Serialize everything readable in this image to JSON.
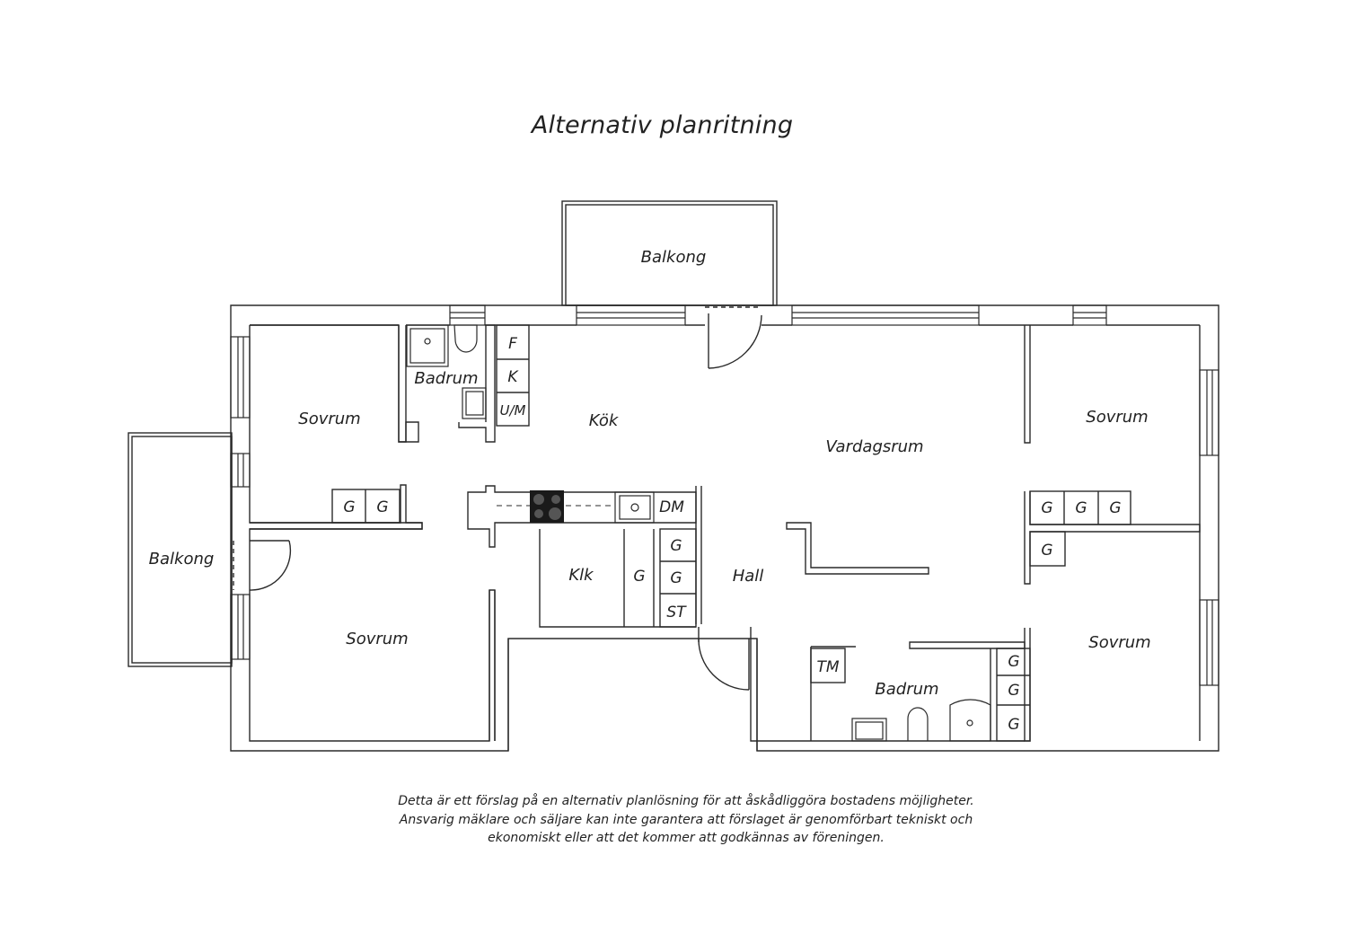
{
  "title": "Alternativ planritning",
  "rooms": {
    "balkong_top": "Balkong",
    "balkong_left": "Balkong",
    "sovrum_nw": "Sovrum",
    "badrum_small": "Badrum",
    "kok": "Kök",
    "vardagsrum": "Vardagsrum",
    "sovrum_ne": "Sovrum",
    "sovrum_sw": "Sovrum",
    "klk": "Klk",
    "hall": "Hall",
    "badrum_large": "Badrum",
    "sovrum_se": "Sovrum"
  },
  "codes": {
    "kitchen_col": [
      "F",
      "K",
      "U/M"
    ],
    "dm": "DM",
    "sovrum_nw_wardrobes": [
      "G",
      "G"
    ],
    "klk_wardrobe": "G",
    "hall_col": [
      "G",
      "G",
      "ST"
    ],
    "tm": "TM",
    "sovrum_ne_wardrobes": [
      "G",
      "G",
      "G"
    ],
    "sovrum_ne_extra": "G",
    "sovrum_se_col": [
      "G",
      "G",
      "G"
    ]
  },
  "disclaimer": [
    "Detta är ett förslag på en alternativ planlösning för att åskådliggöra bostadens möjligheter.",
    "Ansvarig mäklare och säljare kan inte garantera att förslaget är genomförbart tekniskt och",
    "ekonomiskt eller att det kommer att godkännas av föreningen."
  ]
}
